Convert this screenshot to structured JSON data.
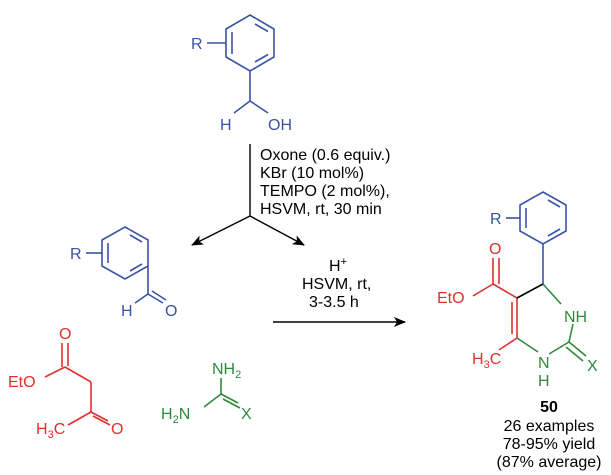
{
  "colors": {
    "blue": "#3a52a6",
    "red": "#e0302c",
    "green": "#2e8a3b",
    "black": "#000000"
  },
  "benzyl_alcohol": {
    "r_group": "R",
    "h": "H",
    "oh": "OH"
  },
  "oxidation_conditions": [
    "Oxone (0.6 equiv.)",
    "KBr (10 mol%)",
    "TEMPO (2 mol%),",
    "HSVM, rt, 30 min"
  ],
  "benzaldehyde": {
    "r_group": "R",
    "h": "H",
    "o": "O"
  },
  "ethyl_acetoacetate": {
    "o_ester": "O",
    "eto": "EtO",
    "h3c": "H",
    "h3c_sub": "3",
    "h3c_c": "C",
    "o_ketone": "O"
  },
  "urea_like": {
    "nh2_top": "NH",
    "nh2_top_sub": "2",
    "h2n": "H",
    "h2n_sub": "2",
    "h2n_n": "N",
    "x": "X"
  },
  "cyclization_conditions": {
    "h_plus": "H",
    "h_plus_sup": "+",
    "line2": "HSVM, rt,",
    "line3": "3-3.5 h"
  },
  "product": {
    "r_group": "R",
    "o": "O",
    "eto": "EtO",
    "nh_right": "NH",
    "h3c": "H",
    "h3c_sub": "3",
    "h3c_c": "C",
    "n": "N",
    "h": "H",
    "x": "X",
    "compound_number": "50",
    "summary": [
      "26 examples",
      "78-95% yield",
      "(87% average)"
    ]
  }
}
